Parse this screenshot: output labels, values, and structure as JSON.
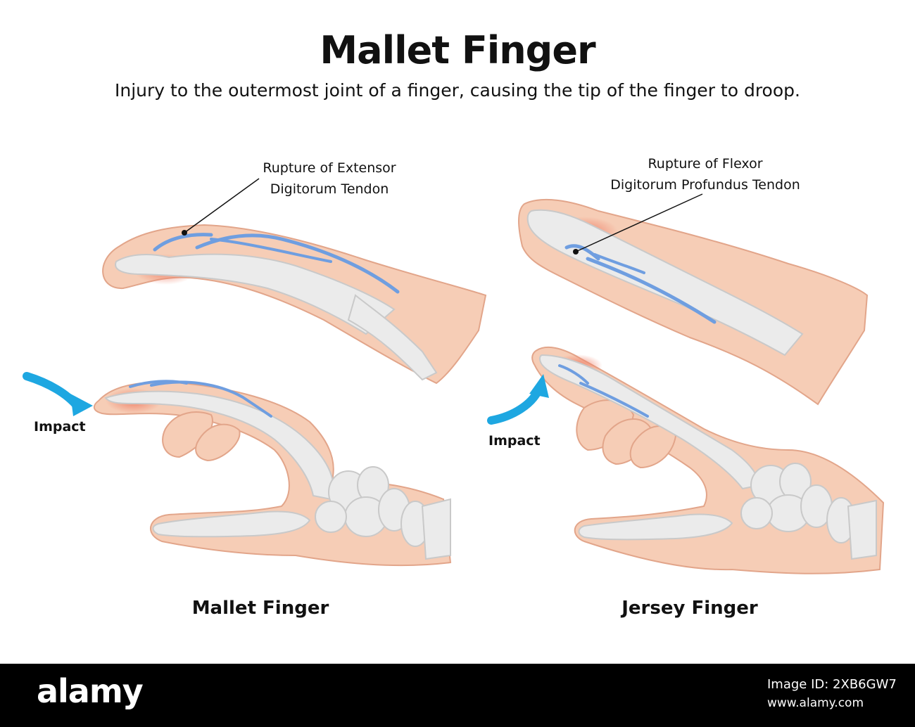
{
  "title": "Mallet Finger",
  "subtitle": "Injury to the outermost joint of a finger, causing the tip of the finger to droop.",
  "left_panel": {
    "annotation_line1": "Rupture of Extensor",
    "annotation_line2": "Digitorum Tendon",
    "impact_label": "Impact",
    "caption": "Mallet Finger"
  },
  "right_panel": {
    "annotation_line1": "Rupture of Flexor",
    "annotation_line2": "Digitorum Profundus Tendon",
    "impact_label": "Impact",
    "caption": "Jersey Finger"
  },
  "footer": {
    "brand": "alamy",
    "image_id": "Image ID: 2XB6GW7",
    "url": "www.alamy.com"
  },
  "colors": {
    "skin": "#f6cdb6",
    "skin_outline": "#e2a58a",
    "injury": "#ef7f67",
    "bone": "#ebebeb",
    "tendon": "#6f9ee0",
    "arrow": "#1ea7e1",
    "footer_bg": "#000000"
  }
}
